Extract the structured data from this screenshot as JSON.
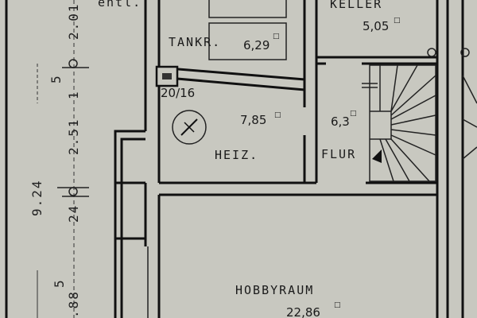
{
  "plan": {
    "unit_symbol": "□",
    "partial_label_top": "entl.",
    "rooms": {
      "keller": {
        "name": "KELLER",
        "area": "5,05"
      },
      "tankraum": {
        "name": "TANKR.",
        "area": "6,29"
      },
      "heizung": {
        "name": "HEIZ.",
        "area": "7,85"
      },
      "flur": {
        "name": "FLUR",
        "area": "6,3"
      },
      "hobbyraum": {
        "name": "HOBBYRAUM",
        "area": "22,86"
      }
    },
    "chimney_label": "20/16",
    "dimensions": {
      "d1": "2.01",
      "d2": "1",
      "d2_sup": "5",
      "d3": "2.51",
      "d4": "24",
      "d5": "9.24",
      "d6": ".88",
      "d6_sup": "5"
    },
    "colors": {
      "paper": "#c8c8c0",
      "ink": "#111111"
    }
  }
}
